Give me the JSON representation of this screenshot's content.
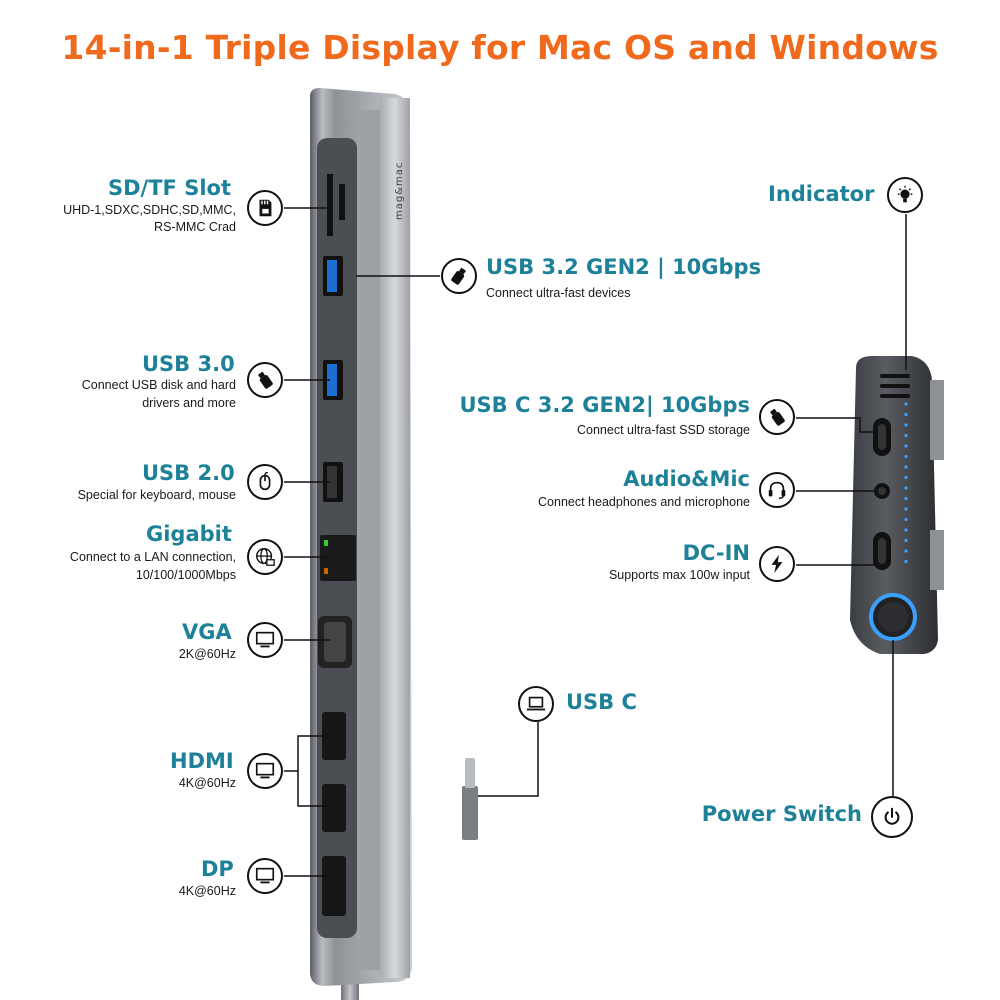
{
  "title": "14-in-1 Triple Display for Mac OS and Windows",
  "brand": "mag&mac",
  "ports": {
    "sd": {
      "label": "SD/TF Slot",
      "desc1": "UHD-1,SDXC,SDHC,SD,MMC,",
      "desc2": "RS-MMC Crad",
      "icon": "sd-card-icon"
    },
    "usb32": {
      "label": "USB 3.2 GEN2 | 10Gbps",
      "desc": "Connect ultra-fast devices",
      "icon": "usb-stick-icon"
    },
    "usb30": {
      "label": "USB 3.0",
      "desc1": "Connect USB disk and hard",
      "desc2": "drivers and more",
      "icon": "usb-stick-icon"
    },
    "usb20": {
      "label": "USB 2.0",
      "desc": "Special for keyboard, mouse",
      "icon": "mouse-icon"
    },
    "gigabit": {
      "label": "Gigabit",
      "desc1": "Connect to a LAN connection,",
      "desc2": "10/100/1000Mbps",
      "icon": "globe-icon"
    },
    "vga": {
      "label": "VGA",
      "desc": "2K@60Hz",
      "icon": "monitor-icon"
    },
    "hdmi": {
      "label": "HDMI",
      "desc": "4K@60Hz",
      "icon": "monitor-icon"
    },
    "dp": {
      "label": "DP",
      "desc": "4K@60Hz",
      "icon": "monitor-icon"
    },
    "usbc_cable": {
      "label": "USB C",
      "icon": "laptop-icon"
    },
    "indicator": {
      "label": "Indicator",
      "icon": "lightbulb-icon"
    },
    "usbc32": {
      "label": "USB C 3.2 GEN2| 10Gbps",
      "desc": "Connect ultra-fast SSD storage",
      "icon": "usb-stick-icon"
    },
    "audio": {
      "label": "Audio&Mic",
      "desc": "Connect headphones and microphone",
      "icon": "headset-icon"
    },
    "dcin": {
      "label": "DC-IN",
      "desc": "Supports max 100w input",
      "icon": "lightning-icon"
    },
    "power": {
      "label": "Power Switch",
      "icon": "power-icon"
    }
  },
  "colors": {
    "title": "#f06a1d",
    "label": "#1d8199",
    "indicator_led": "#3aa0ff"
  }
}
